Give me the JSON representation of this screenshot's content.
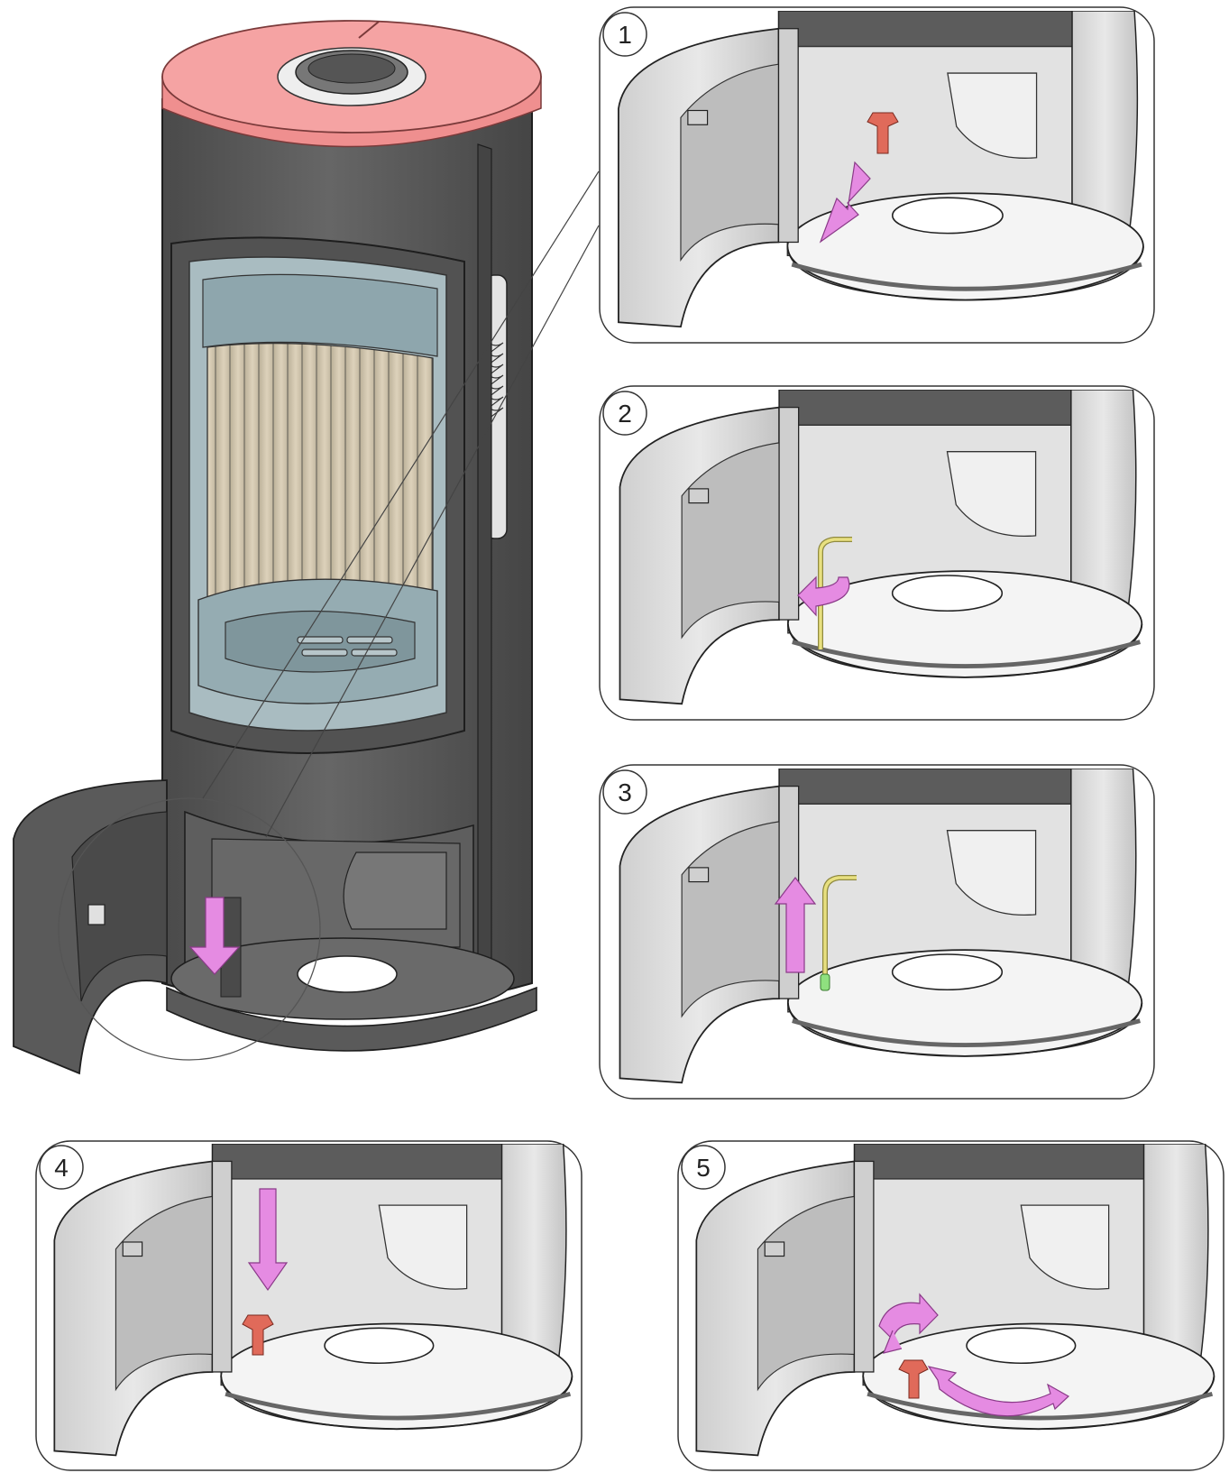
{
  "steps": [
    {
      "number": "1"
    },
    {
      "number": "2"
    },
    {
      "number": "3"
    },
    {
      "number": "4"
    },
    {
      "number": "5"
    }
  ],
  "colors": {
    "stove_body": "#5a5a5a",
    "stove_top": "#f29494",
    "glass": "#9fb5bb",
    "firebrick": "#cfc3ab",
    "interior_light": "#d9d9d9",
    "arrow_magenta": "#e58be2",
    "bolt_red": "#e06a5a",
    "allen_key_yellow": "#e8e080",
    "tool_green": "#8fe07f"
  },
  "icons": [
    "down-arrow-icon",
    "diagonal-arrow-icon",
    "rotate-arrow-icon",
    "up-arrow-icon",
    "curved-double-arrow-icon"
  ]
}
